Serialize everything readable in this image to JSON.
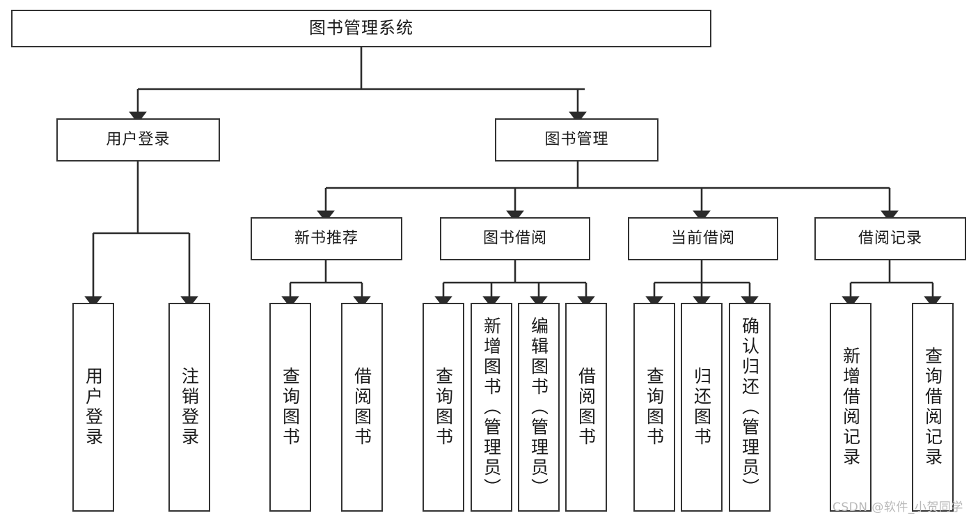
{
  "diagram": {
    "title": "图书管理系统",
    "type": "tree-hierarchy-chart",
    "root": {
      "id": "root",
      "label": "图书管理系统"
    },
    "level1": [
      {
        "id": "user-login",
        "label": "用户登录"
      },
      {
        "id": "book-manage",
        "label": "图书管理"
      }
    ],
    "level2": [
      {
        "id": "new-book-recommend",
        "label": "新书推荐",
        "parent": "book-manage"
      },
      {
        "id": "book-borrow",
        "label": "图书借阅",
        "parent": "book-manage"
      },
      {
        "id": "current-borrow",
        "label": "当前借阅",
        "parent": "book-manage"
      },
      {
        "id": "borrow-record",
        "label": "借阅记录",
        "parent": "book-manage"
      }
    ],
    "leaves": [
      {
        "id": "leaf-user-login",
        "label": "用户登录",
        "parent": "user-login"
      },
      {
        "id": "leaf-user-logout",
        "label": "注销登录",
        "parent": "user-login"
      },
      {
        "id": "leaf-query-book-1",
        "label": "查询图书",
        "parent": "new-book-recommend"
      },
      {
        "id": "leaf-borrow-book-1",
        "label": "借阅图书",
        "parent": "new-book-recommend"
      },
      {
        "id": "leaf-query-book-2",
        "label": "查询图书",
        "parent": "book-borrow"
      },
      {
        "id": "leaf-add-book",
        "label": "新增图书（管理员）",
        "parent": "book-borrow"
      },
      {
        "id": "leaf-edit-book",
        "label": "编辑图书（管理员）",
        "parent": "book-borrow"
      },
      {
        "id": "leaf-borrow-book-2",
        "label": "借阅图书",
        "parent": "book-borrow"
      },
      {
        "id": "leaf-query-book-3",
        "label": "查询图书",
        "parent": "current-borrow"
      },
      {
        "id": "leaf-return-book",
        "label": "归还图书",
        "parent": "current-borrow"
      },
      {
        "id": "leaf-confirm-return",
        "label": "确认归还（管理员）",
        "parent": "current-borrow"
      },
      {
        "id": "leaf-add-record",
        "label": "新增借阅记录",
        "parent": "borrow-record"
      },
      {
        "id": "leaf-query-record",
        "label": "查询借阅记录",
        "parent": "borrow-record"
      }
    ],
    "colors": {
      "stroke": "#333333",
      "fill": "#ffffff",
      "text": "#1a1a1a",
      "watermark": "#b9b9b9"
    }
  },
  "watermark": {
    "text": "CSDN @软件_小贺同学"
  }
}
